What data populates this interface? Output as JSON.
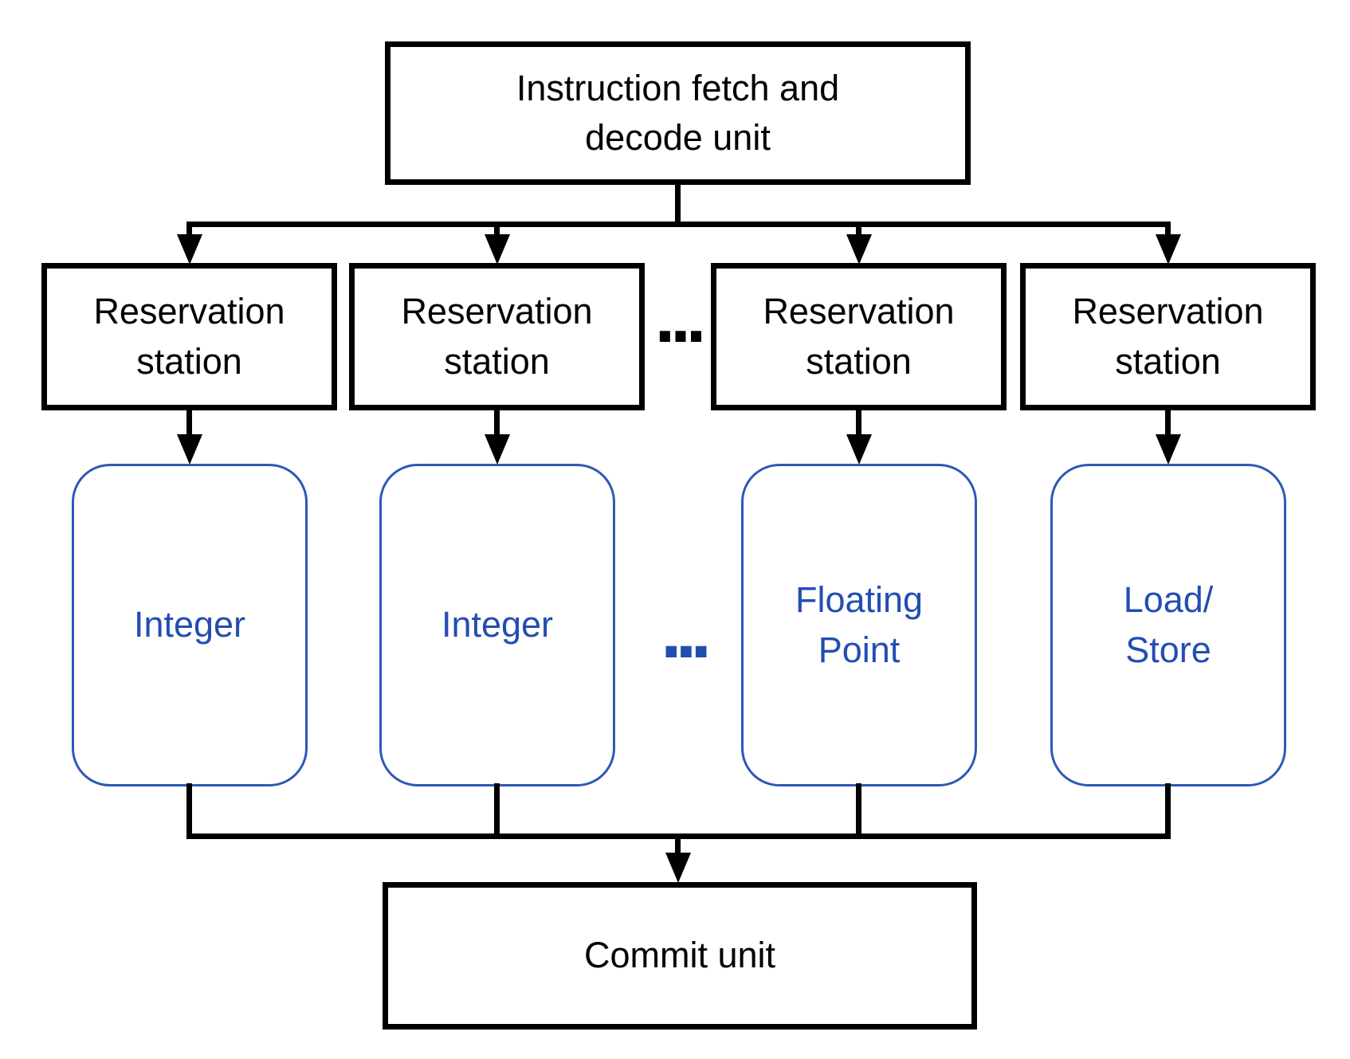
{
  "colors": {
    "line": "#000000",
    "unit_text": "#234eb0",
    "unit_border": "#2e58b6",
    "background": "#ffffff"
  },
  "top_box": {
    "label": "Instruction fetch and\ndecode unit"
  },
  "reservation_stations": [
    {
      "label": "Reservation\nstation"
    },
    {
      "label": "Reservation\nstation"
    },
    {
      "label": "Reservation\nstation"
    },
    {
      "label": "Reservation\nstation"
    }
  ],
  "stations_ellipsis": "...",
  "functional_units": [
    {
      "label": "Integer"
    },
    {
      "label": "Integer"
    },
    {
      "label": "Floating\nPoint"
    },
    {
      "label": "Load/\nStore"
    }
  ],
  "units_ellipsis": "...",
  "commit_box": {
    "label": "Commit unit"
  }
}
